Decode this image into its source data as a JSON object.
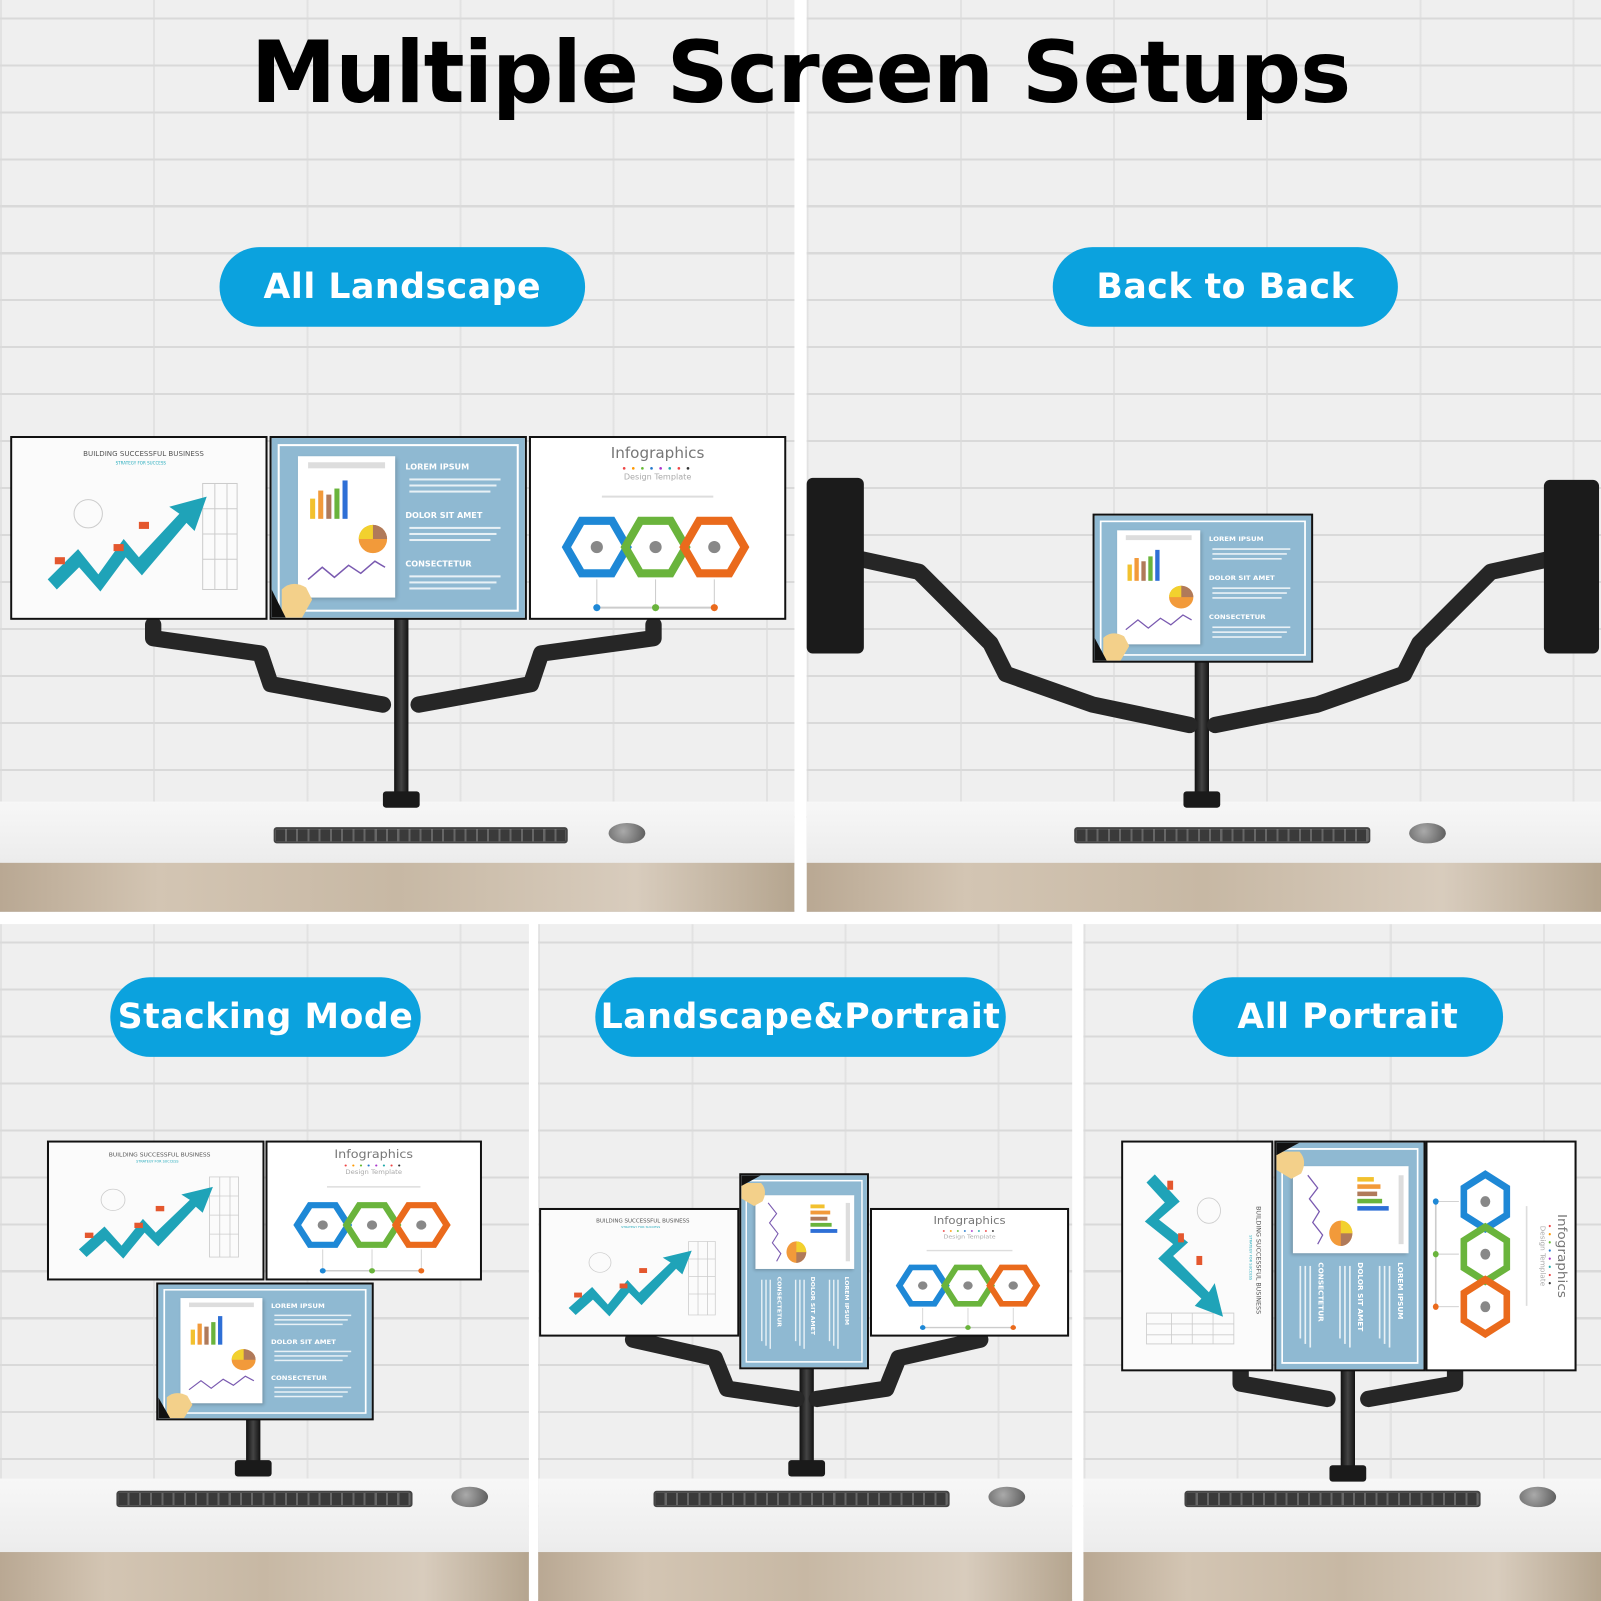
{
  "title": "Multiple Screen Setups",
  "modes": [
    {
      "label": "All Landscape"
    },
    {
      "label": "Back to Back"
    },
    {
      "label": "Stacking Mode"
    },
    {
      "label": "Landscape&Portrait"
    },
    {
      "label": "All Portrait"
    }
  ],
  "screens": {
    "business": {
      "heading": "BUILDING SUCCESSFUL BUSINESS",
      "sub": "STRATEGY FOR SUCCESS"
    },
    "report": {
      "items": [
        "LOREM IPSUM",
        "DOLOR SIT AMET",
        "CONSECTETUR"
      ]
    },
    "infographics": {
      "heading": "Infographics",
      "sub": "Design Template"
    }
  },
  "colors": {
    "pill": "#0ba2de",
    "arrow": "#1fa3b8",
    "hex": [
      "#1e88d6",
      "#6ab43c",
      "#ea6a1c"
    ],
    "report_bg": "#8fb9d2"
  }
}
